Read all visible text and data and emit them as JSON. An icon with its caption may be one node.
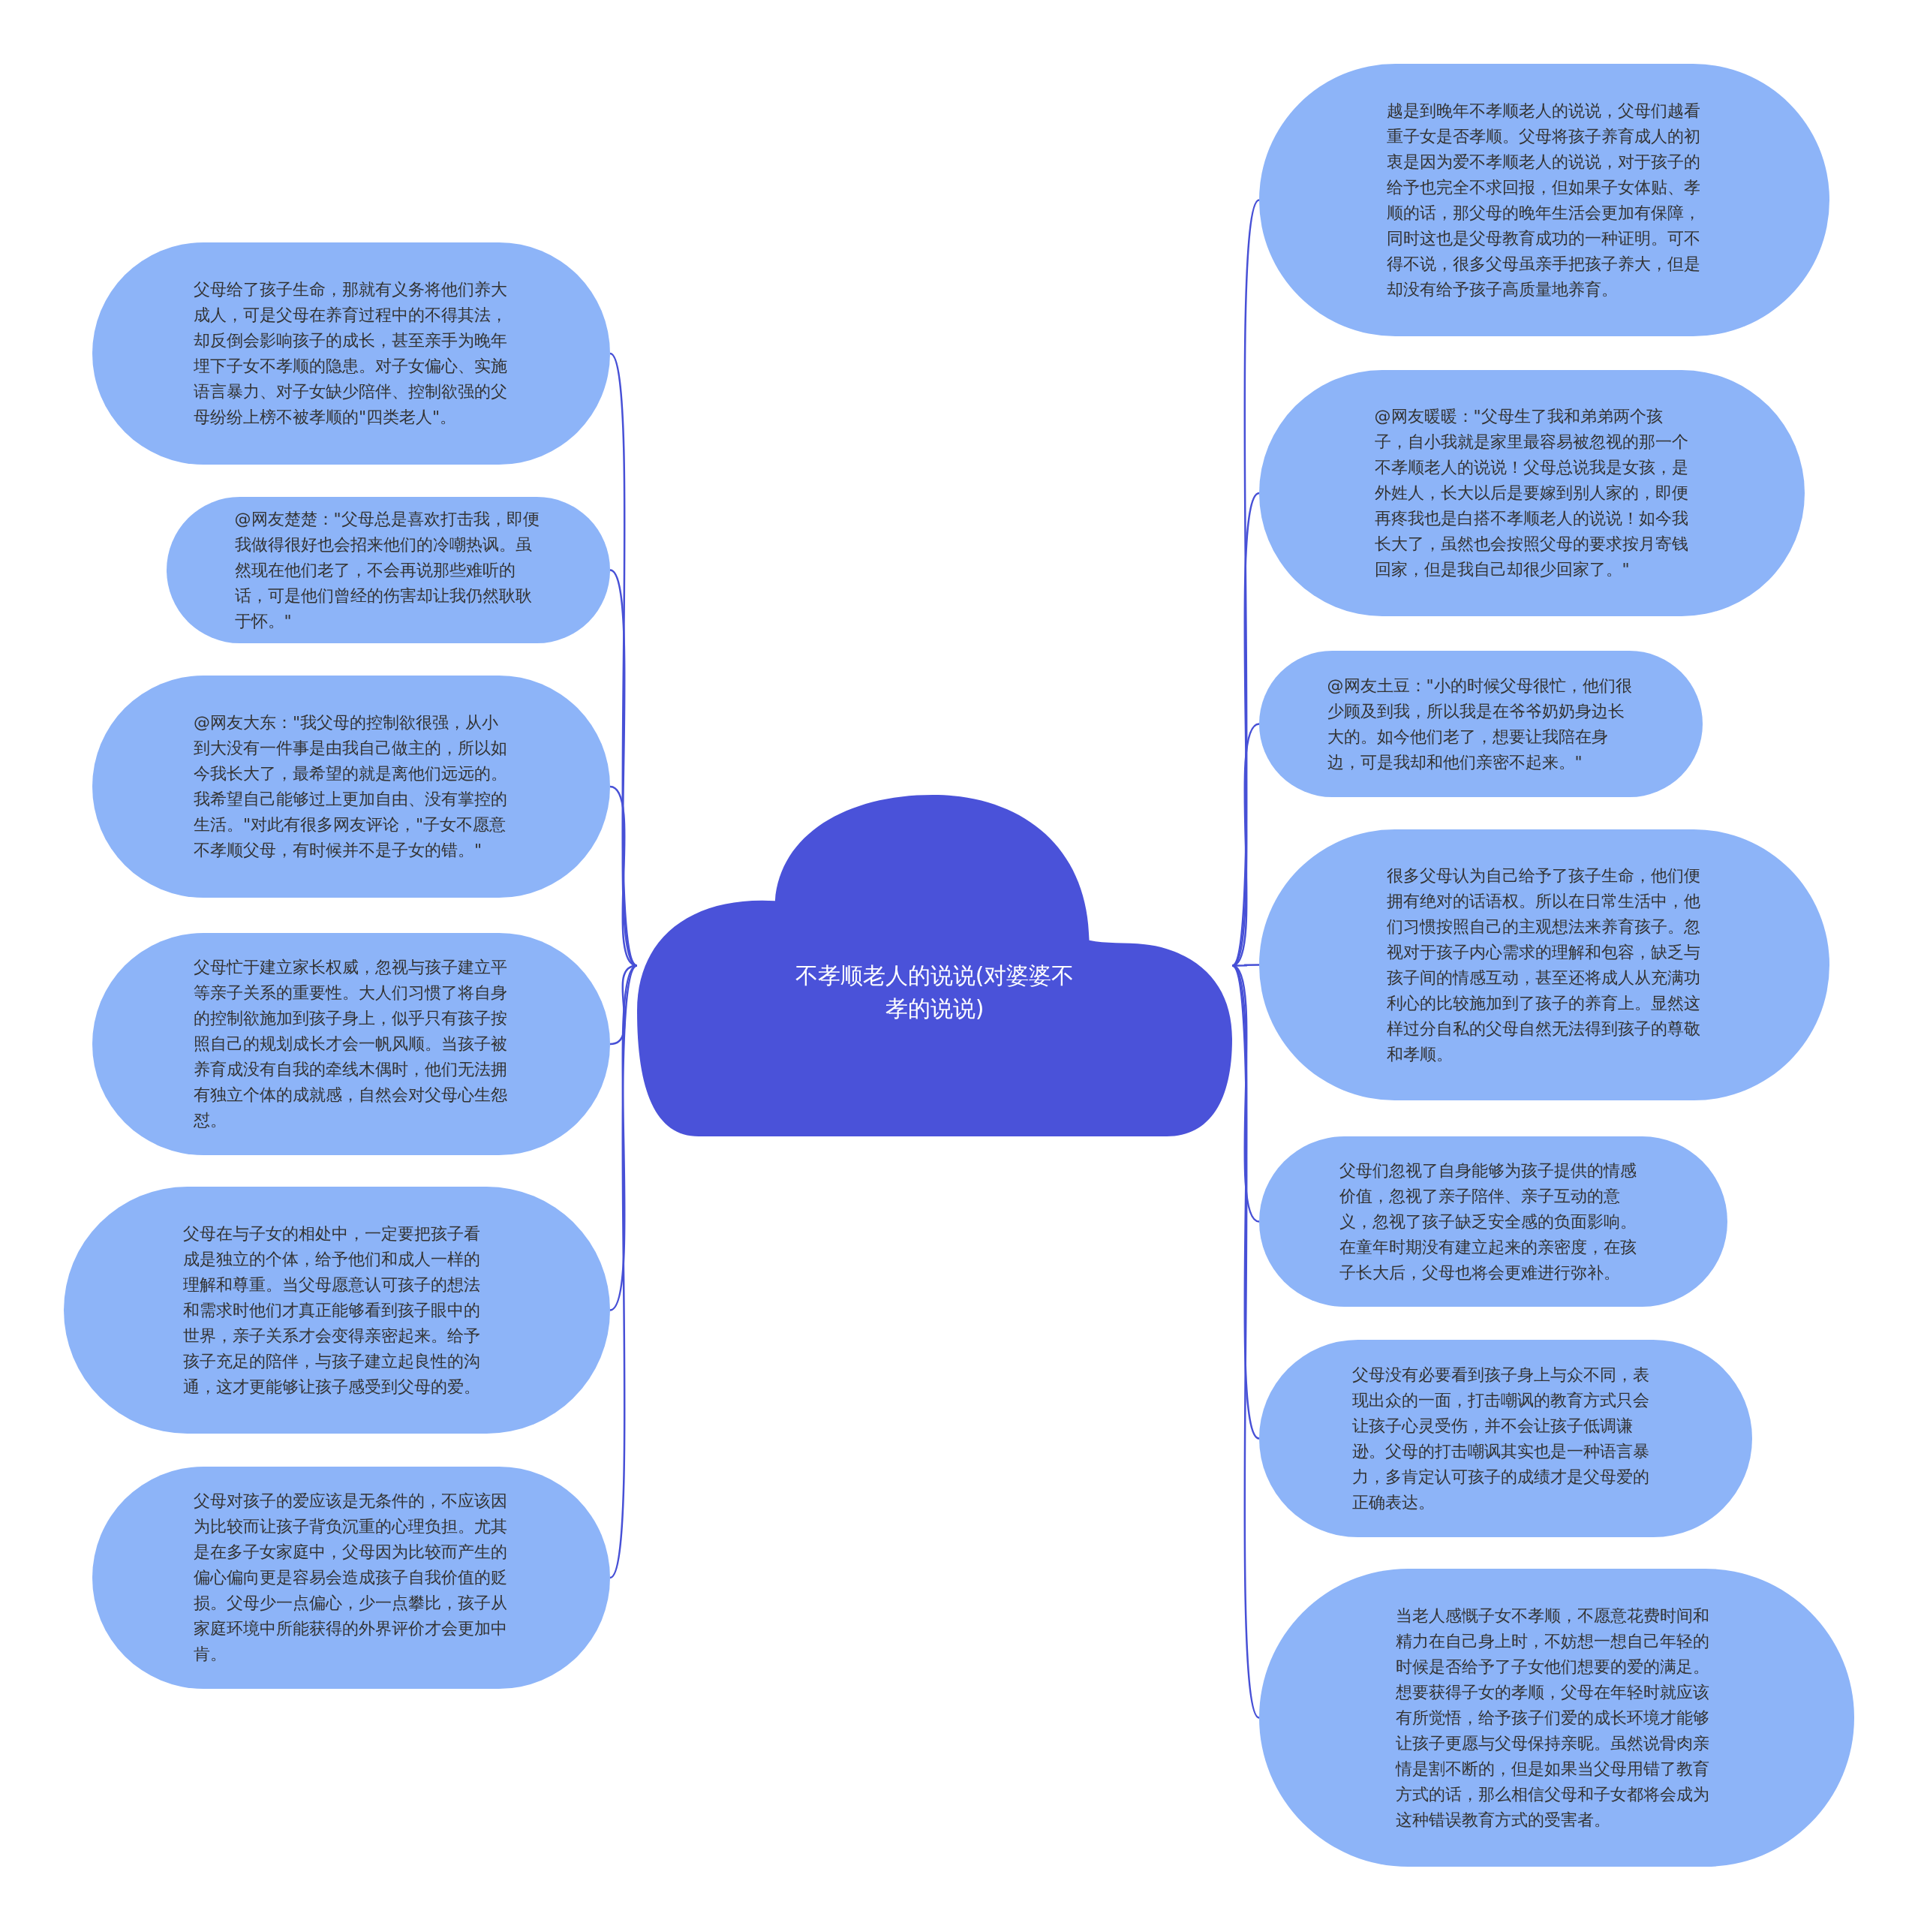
{
  "diagram": {
    "nodes": [
      {
        "text": [
          "不孝顺老人的说说(对婆婆不孝的说说)"
        ]
      },
      {
        "text": [
          "父母给了孩子生命，那就有义务将他们养大成人，可是父母在养育过程中的不得其法，却反倒会影响孩子的成长，甚至亲手为晚年埋下子女不孝顺的隐患。对子女偏心、实施语言暴力、对子女缺少陪伴、控制欲强的父母纷纷上榜不被孝顺的\"四类老人\"。"
        ]
      },
      {
        "text": [
          "@网友楚楚：\"父母总是喜欢打击我，即便我做得很好也会招来他们的冷嘲热讽。虽然现在他们老了，不会再说那些难听的话，可是他们曾经的伤害却让我仍然耿耿于怀。\""
        ]
      },
      {
        "text": [
          "@网友大东：\"我父母的控制欲很强，从小到大没有一件事是由我自己做主的，所以如今我长大了，最希望的就是离他们远远的。我希望自己能够过上更加自由、没有掌控的生活。\"对此有很多网友评论，\"子女不愿意不孝顺父母，有时候并不是子女的错。\""
        ]
      },
      {
        "text": [
          "父母忙于建立家长权威，忽视与孩子建立平等亲子关系的重要性。大人们习惯了将自身的控制欲施加到孩子身上，似乎只有孩子按照自己的规划成长才会一帆风顺。当孩子被养育成没有自我的牵线木偶时，他们无法拥有独立个体的成就感，自然会对父母心生怨怼。"
        ]
      },
      {
        "text": [
          "父母在与子女的相处中，一定要把孩子看成是独立的个体，给予他们和成人一样的理解和尊重。当父母愿意认可孩子的想法和需求时他们才真正能够看到孩子眼中的世界，亲子关系才会变得亲密起来。给予孩子充足的陪伴，与孩子建立起良性的沟通，这才更能够让孩子感受到父母的爱。"
        ]
      },
      {
        "text": [
          "父母对孩子的爱应该是无条件的，不应该因为比较而让孩子背负沉重的心理负担。尤其是在多子女家庭中，父母因为比较而产生的偏心偏向更是容易会造成孩子自我价值的贬损。父母少一点偏心，少一点攀比，孩子从家庭环境中所能获得的外界评价才会更加中肯。"
        ]
      },
      {
        "text": [
          "越是到晚年不孝顺老人的说说，父母们越看重子女是否孝顺。父母将孩子养育成人的初衷是因为爱不孝顺老人的说说，对于孩子的给予也完全不求回报，但如果子女体贴、孝顺的话，那父母的晚年生活会更加有保障，同时这也是父母教育成功的一种证明。可不得不说，很多父母虽亲手把孩子养大，但是却没有给予孩子高质量地养育。"
        ]
      },
      {
        "text": [
          "@网友暖暖：\"父母生了我和弟弟两个孩子，自小我就是家里最容易被忽视的那一个不孝顺老人的说说！父母总说我是女孩，是外姓人，长大以后是要嫁到别人家的，即便再疼我也是白搭不孝顺老人的说说！如今我长大了，虽然也会按照父母的要求按月寄钱回家，但是我自己却很少回家了。\""
        ]
      },
      {
        "text": [
          "@网友土豆：\"小的时候父母很忙，他们很少顾及到我，所以我是在爷爷奶奶身边长大的。如今他们老了，想要让我陪在身边，可是我却和他们亲密不起来。\""
        ]
      },
      {
        "text": [
          "很多父母认为自己给予了孩子生命，他们便拥有绝对的话语权。所以在日常生活中，他们习惯按照自己的主观想法来养育孩子。忽视对于孩子内心需求的理解和包容，缺乏与孩子间的情感互动，甚至还将成人从充满功利心的比较施加到了孩子的养育上。显然这样过分自私的父母自然无法得到孩子的尊敬和孝顺。"
        ]
      },
      {
        "text": [
          "父母们忽视了自身能够为孩子提供的情感价值，忽视了亲子陪伴、亲子互动的意义，忽视了孩子缺乏安全感的负面影响。在童年时期没有建立起来的亲密度，在孩子长大后，父母也将会更难进行弥补。"
        ]
      },
      {
        "text": [
          "父母没有必要看到孩子身上与众不同，表现出众的一面，打击嘲讽的教育方式只会让孩子心灵受伤，并不会让孩子低调谦逊。父母的打击嘲讽其实也是一种语言暴力，多肯定认可孩子的成绩才是父母爱的正确表达。"
        ]
      },
      {
        "text": [
          "当老人感慨子女不孝顺，不愿意花费时间和精力在自己身上时，不妨想一想自己年轻的时候是否给予了子女他们想要的爱的满足。想要获得子女的孝顺，父母在年轻时就应该有所觉悟，给予孩子们爱的成长环境才能够让孩子更愿与父母保持亲昵。虽然说骨肉亲情是割不断的，但是如果当父母用错了教育方式的话，那么相信父母和子女都将会成为这种错误教育方式的受害者。"
        ]
      }
    ],
    "edges": [
      {
        "from": 0,
        "to": 1,
        "arrow": "none"
      },
      {
        "from": 0,
        "to": 2,
        "arrow": "none"
      },
      {
        "from": 0,
        "to": 3,
        "arrow": "none"
      },
      {
        "from": 0,
        "to": 4,
        "arrow": "none"
      },
      {
        "from": 0,
        "to": 5,
        "arrow": "none"
      },
      {
        "from": 0,
        "to": 6,
        "arrow": "none"
      },
      {
        "from": 0,
        "to": 7,
        "arrow": "none"
      },
      {
        "from": 0,
        "to": 8,
        "arrow": "none"
      },
      {
        "from": 0,
        "to": 9,
        "arrow": "none"
      },
      {
        "from": 0,
        "to": 10,
        "arrow": "none"
      },
      {
        "from": 0,
        "to": 11,
        "arrow": "none"
      },
      {
        "from": 0,
        "to": 12,
        "arrow": "none"
      },
      {
        "from": 0,
        "to": 13,
        "arrow": "none"
      }
    ]
  }
}
